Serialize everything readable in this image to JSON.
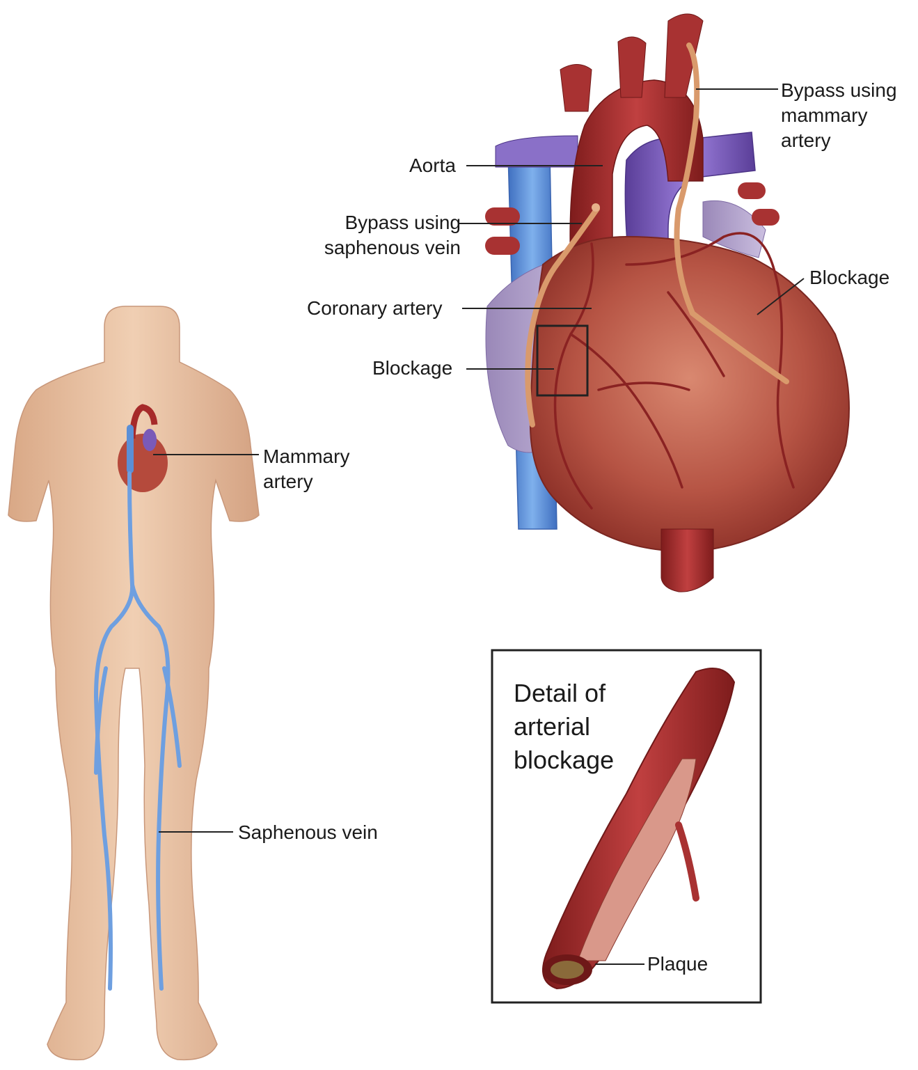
{
  "heart_labels": {
    "bypass_mammary": [
      "Bypass using",
      "mammary",
      "artery"
    ],
    "aorta": "Aorta",
    "bypass_saphenous": [
      "Bypass using",
      "saphenous vein"
    ],
    "coronary_artery": "Coronary artery",
    "blockage_left": "Blockage",
    "blockage_right": "Blockage"
  },
  "body_labels": {
    "mammary_artery": [
      "Mammary",
      "artery"
    ],
    "saphenous_vein": "Saphenous vein"
  },
  "detail_box": {
    "title": [
      "Detail of",
      "arterial",
      "blockage"
    ],
    "plaque": "Plaque"
  },
  "colors": {
    "skin": "#e8c3a5",
    "artery_red": "#a62a2a",
    "vein_blue": "#5b8fd6",
    "pulmonary_purple": "#7a5ab8",
    "graft_tan": "#d99a6c",
    "heart_muscle": "#b0473a"
  }
}
